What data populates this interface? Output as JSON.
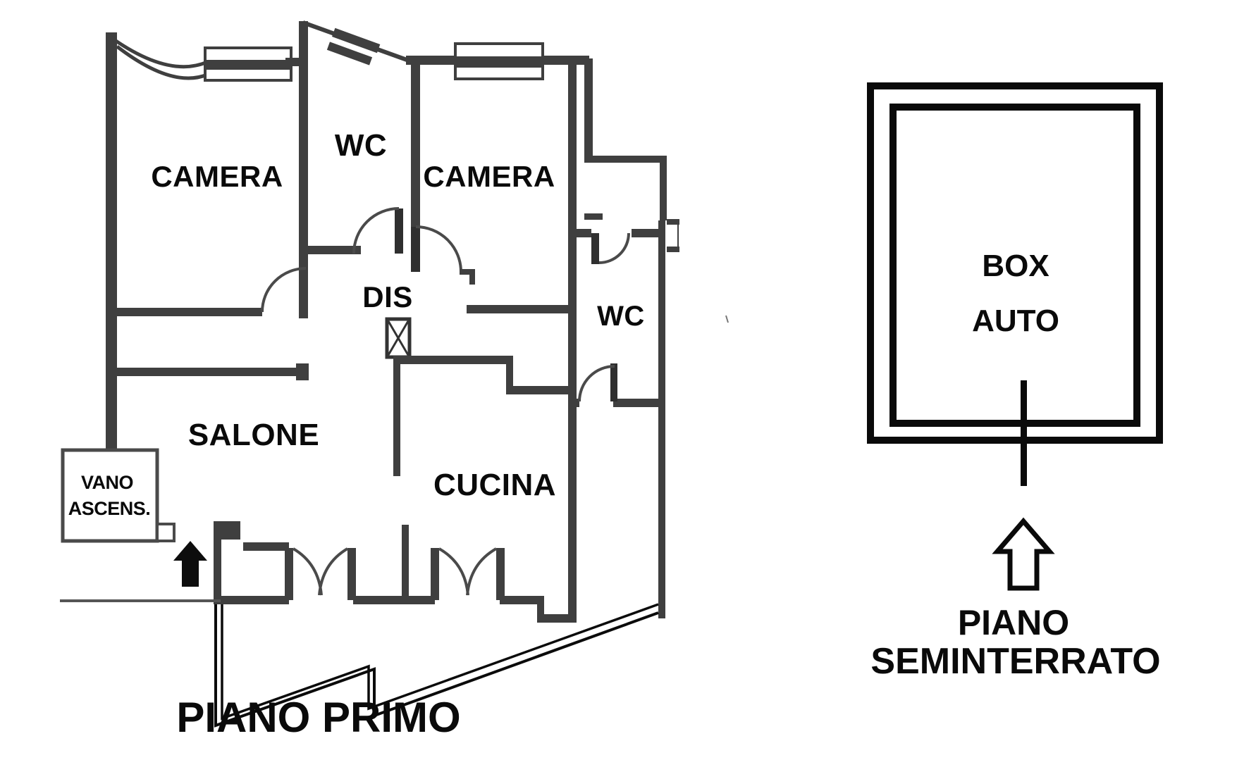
{
  "plan": {
    "first_floor": {
      "caption": "PIANO PRIMO",
      "rooms": {
        "camera_left": "CAMERA",
        "wc_middle": "WC",
        "camera_right": "CAMERA",
        "dis": "DIS",
        "wc_right": "WC",
        "salone": "SALONE",
        "cucina": "CUCINA"
      },
      "elevator_shaft": {
        "line1": "VANO",
        "line2": "ASCENS."
      }
    },
    "basement": {
      "garage": {
        "line1": "BOX",
        "line2": "AUTO"
      },
      "caption_line1": "PIANO",
      "caption_line2": "SEMINTERRATO"
    },
    "colors": {
      "background": "#ffffff",
      "plan_walls": "#3f3f3f",
      "heavy_lines": "#0a0a0a",
      "label_text": "#0a0a0a"
    }
  }
}
